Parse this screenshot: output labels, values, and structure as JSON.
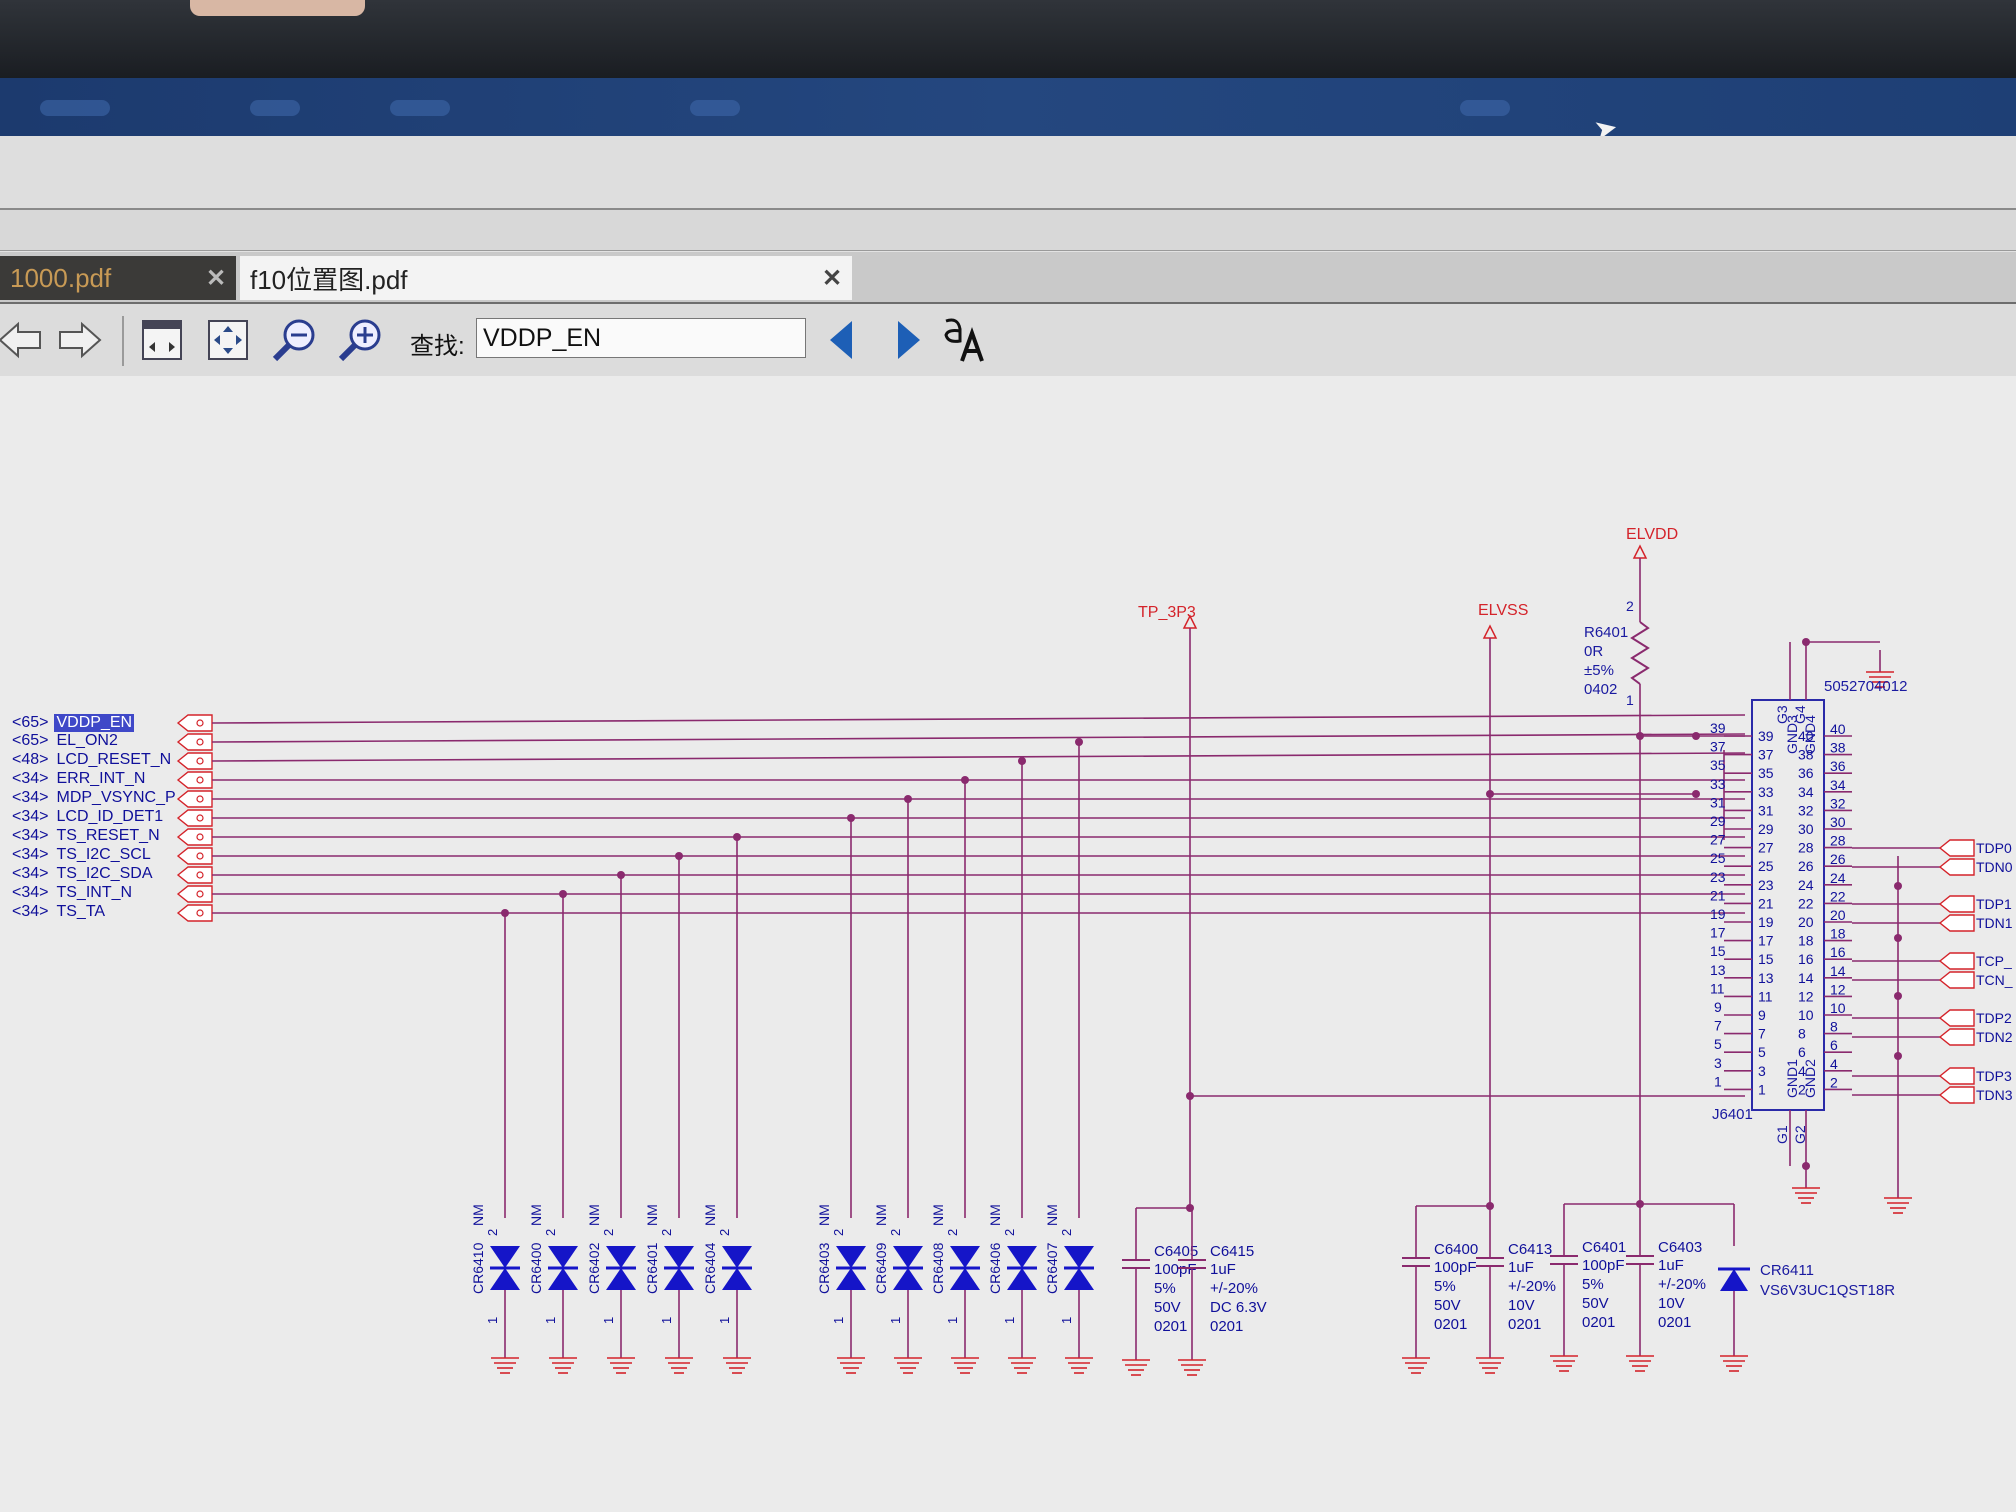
{
  "tabs": [
    {
      "label": "1000.pdf",
      "active": false
    },
    {
      "label": "f10位置图.pdf",
      "active": true
    }
  ],
  "toolbar": {
    "icons": [
      "back-arrow-icon",
      "forward-arrow-icon",
      "fit-width-icon",
      "fit-page-icon",
      "zoom-out-icon",
      "zoom-in-icon",
      "find-prev-icon",
      "find-next-icon",
      "case-sensitive-icon"
    ],
    "find_label": "查找:",
    "find_value": "VDDP_EN"
  },
  "schematic": {
    "net_labels": [
      {
        "page": "<65>",
        "name": "VDDP_EN",
        "highlight": true
      },
      {
        "page": "<65>",
        "name": "EL_ON2"
      },
      {
        "page": "<48>",
        "name": "LCD_RESET_N"
      },
      {
        "page": "<34>",
        "name": "ERR_INT_N"
      },
      {
        "page": "<34>",
        "name": "MDP_VSYNC_P"
      },
      {
        "page": "<34>",
        "name": "LCD_ID_DET1"
      },
      {
        "page": "<34>",
        "name": "TS_RESET_N"
      },
      {
        "page": "<34>",
        "name": "TS_I2C_SCL"
      },
      {
        "page": "<34>",
        "name": "TS_I2C_SDA"
      },
      {
        "page": "<34>",
        "name": "TS_INT_N"
      },
      {
        "page": "<34>",
        "name": "TS_TA"
      }
    ],
    "power_rails": {
      "tp": "TP_3P3",
      "elvss": "ELVSS",
      "elvdd": "ELVDD"
    },
    "resistor": {
      "ref": "R6401",
      "value": "0R",
      "tol": "±5%",
      "pkg": "0402",
      "pin_top": "2",
      "pin_bottom": "1"
    },
    "connector": {
      "ref": "J6401",
      "part": "5052704012",
      "left_pins": [
        "39",
        "37",
        "35",
        "33",
        "31",
        "29",
        "27",
        "25",
        "23",
        "21",
        "19",
        "17",
        "15",
        "13",
        "11",
        "9",
        "7",
        "5",
        "3",
        "1"
      ],
      "right_pins": [
        "40",
        "38",
        "36",
        "34",
        "32",
        "30",
        "28",
        "26",
        "24",
        "22",
        "20",
        "18",
        "16",
        "14",
        "12",
        "10",
        "8",
        "6",
        "4",
        "2"
      ],
      "gnd_top": [
        "GND3",
        "GND4"
      ],
      "gnd_bottom": [
        "GND1",
        "GND2"
      ],
      "shield_top": [
        "G3",
        "G4"
      ],
      "shield_bottom": [
        "G1",
        "G2"
      ]
    },
    "right_nets": [
      "TDP0",
      "TDN0",
      "TDP1",
      "TDN1",
      "TCP_",
      "TCN_",
      "TDP2",
      "TDN2",
      "TDP3",
      "TDN3"
    ],
    "diodes_group1": [
      "CR6410",
      "CR6400",
      "CR6402",
      "CR6401",
      "CR6404"
    ],
    "diodes_group2": [
      "CR6403",
      "CR6409",
      "CR6408",
      "CR6406",
      "CR6407"
    ],
    "diode_note": "NM",
    "caps": [
      {
        "ref": "C6405",
        "lines": [
          "100pF",
          "5%",
          "50V",
          "0201"
        ]
      },
      {
        "ref": "C6415",
        "lines": [
          "1uF",
          "+/-20%",
          "DC 6.3V",
          "0201"
        ]
      },
      {
        "ref": "C6400",
        "lines": [
          "100pF",
          "5%",
          "50V",
          "0201"
        ]
      },
      {
        "ref": "C6413",
        "lines": [
          "1uF",
          "+/-20%",
          "10V",
          "0201"
        ]
      },
      {
        "ref": "C6401",
        "lines": [
          "100pF",
          "5%",
          "50V",
          "0201"
        ]
      },
      {
        "ref": "C6403",
        "lines": [
          "1uF",
          "+/-20%",
          "10V",
          "0201"
        ]
      }
    ],
    "tvs": {
      "ref": "CR6411",
      "part": "VS6V3UC1QST18R"
    },
    "colors": {
      "wire": "#8a2a6e",
      "net_text": "#10109a",
      "power": "#d4232a",
      "diode": "#1515c8",
      "background": "#ebebeb"
    }
  }
}
